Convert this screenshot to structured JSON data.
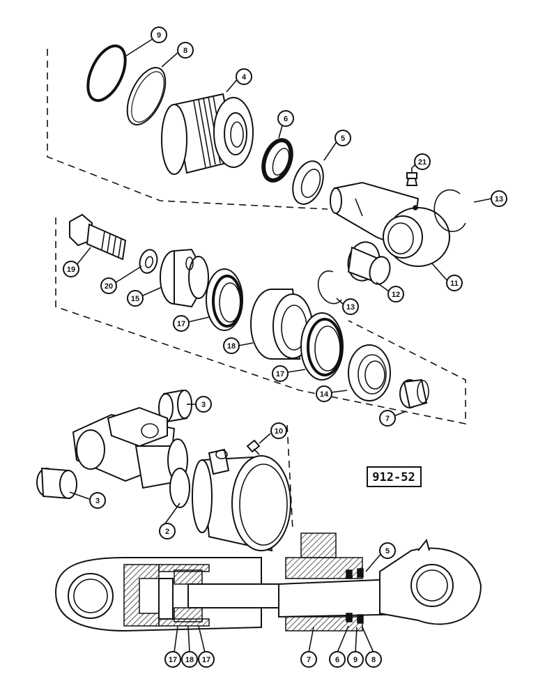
{
  "reference_code": "912-52",
  "callouts": [
    {
      "label": "9"
    },
    {
      "label": "8"
    },
    {
      "label": "4"
    },
    {
      "label": "6"
    },
    {
      "label": "5"
    },
    {
      "label": "21"
    },
    {
      "label": "13"
    },
    {
      "label": "19"
    },
    {
      "label": "20"
    },
    {
      "label": "15"
    },
    {
      "label": "17"
    },
    {
      "label": "18"
    },
    {
      "label": "17"
    },
    {
      "label": "14"
    },
    {
      "label": "7"
    },
    {
      "label": "12"
    },
    {
      "label": "13"
    },
    {
      "label": "11"
    },
    {
      "label": "3"
    },
    {
      "label": "10"
    },
    {
      "label": "3"
    },
    {
      "label": "2"
    },
    {
      "label": "5"
    },
    {
      "label": "17"
    },
    {
      "label": "18"
    },
    {
      "label": "17"
    },
    {
      "label": "7"
    },
    {
      "label": "6"
    },
    {
      "label": "9"
    },
    {
      "label": "8"
    }
  ]
}
